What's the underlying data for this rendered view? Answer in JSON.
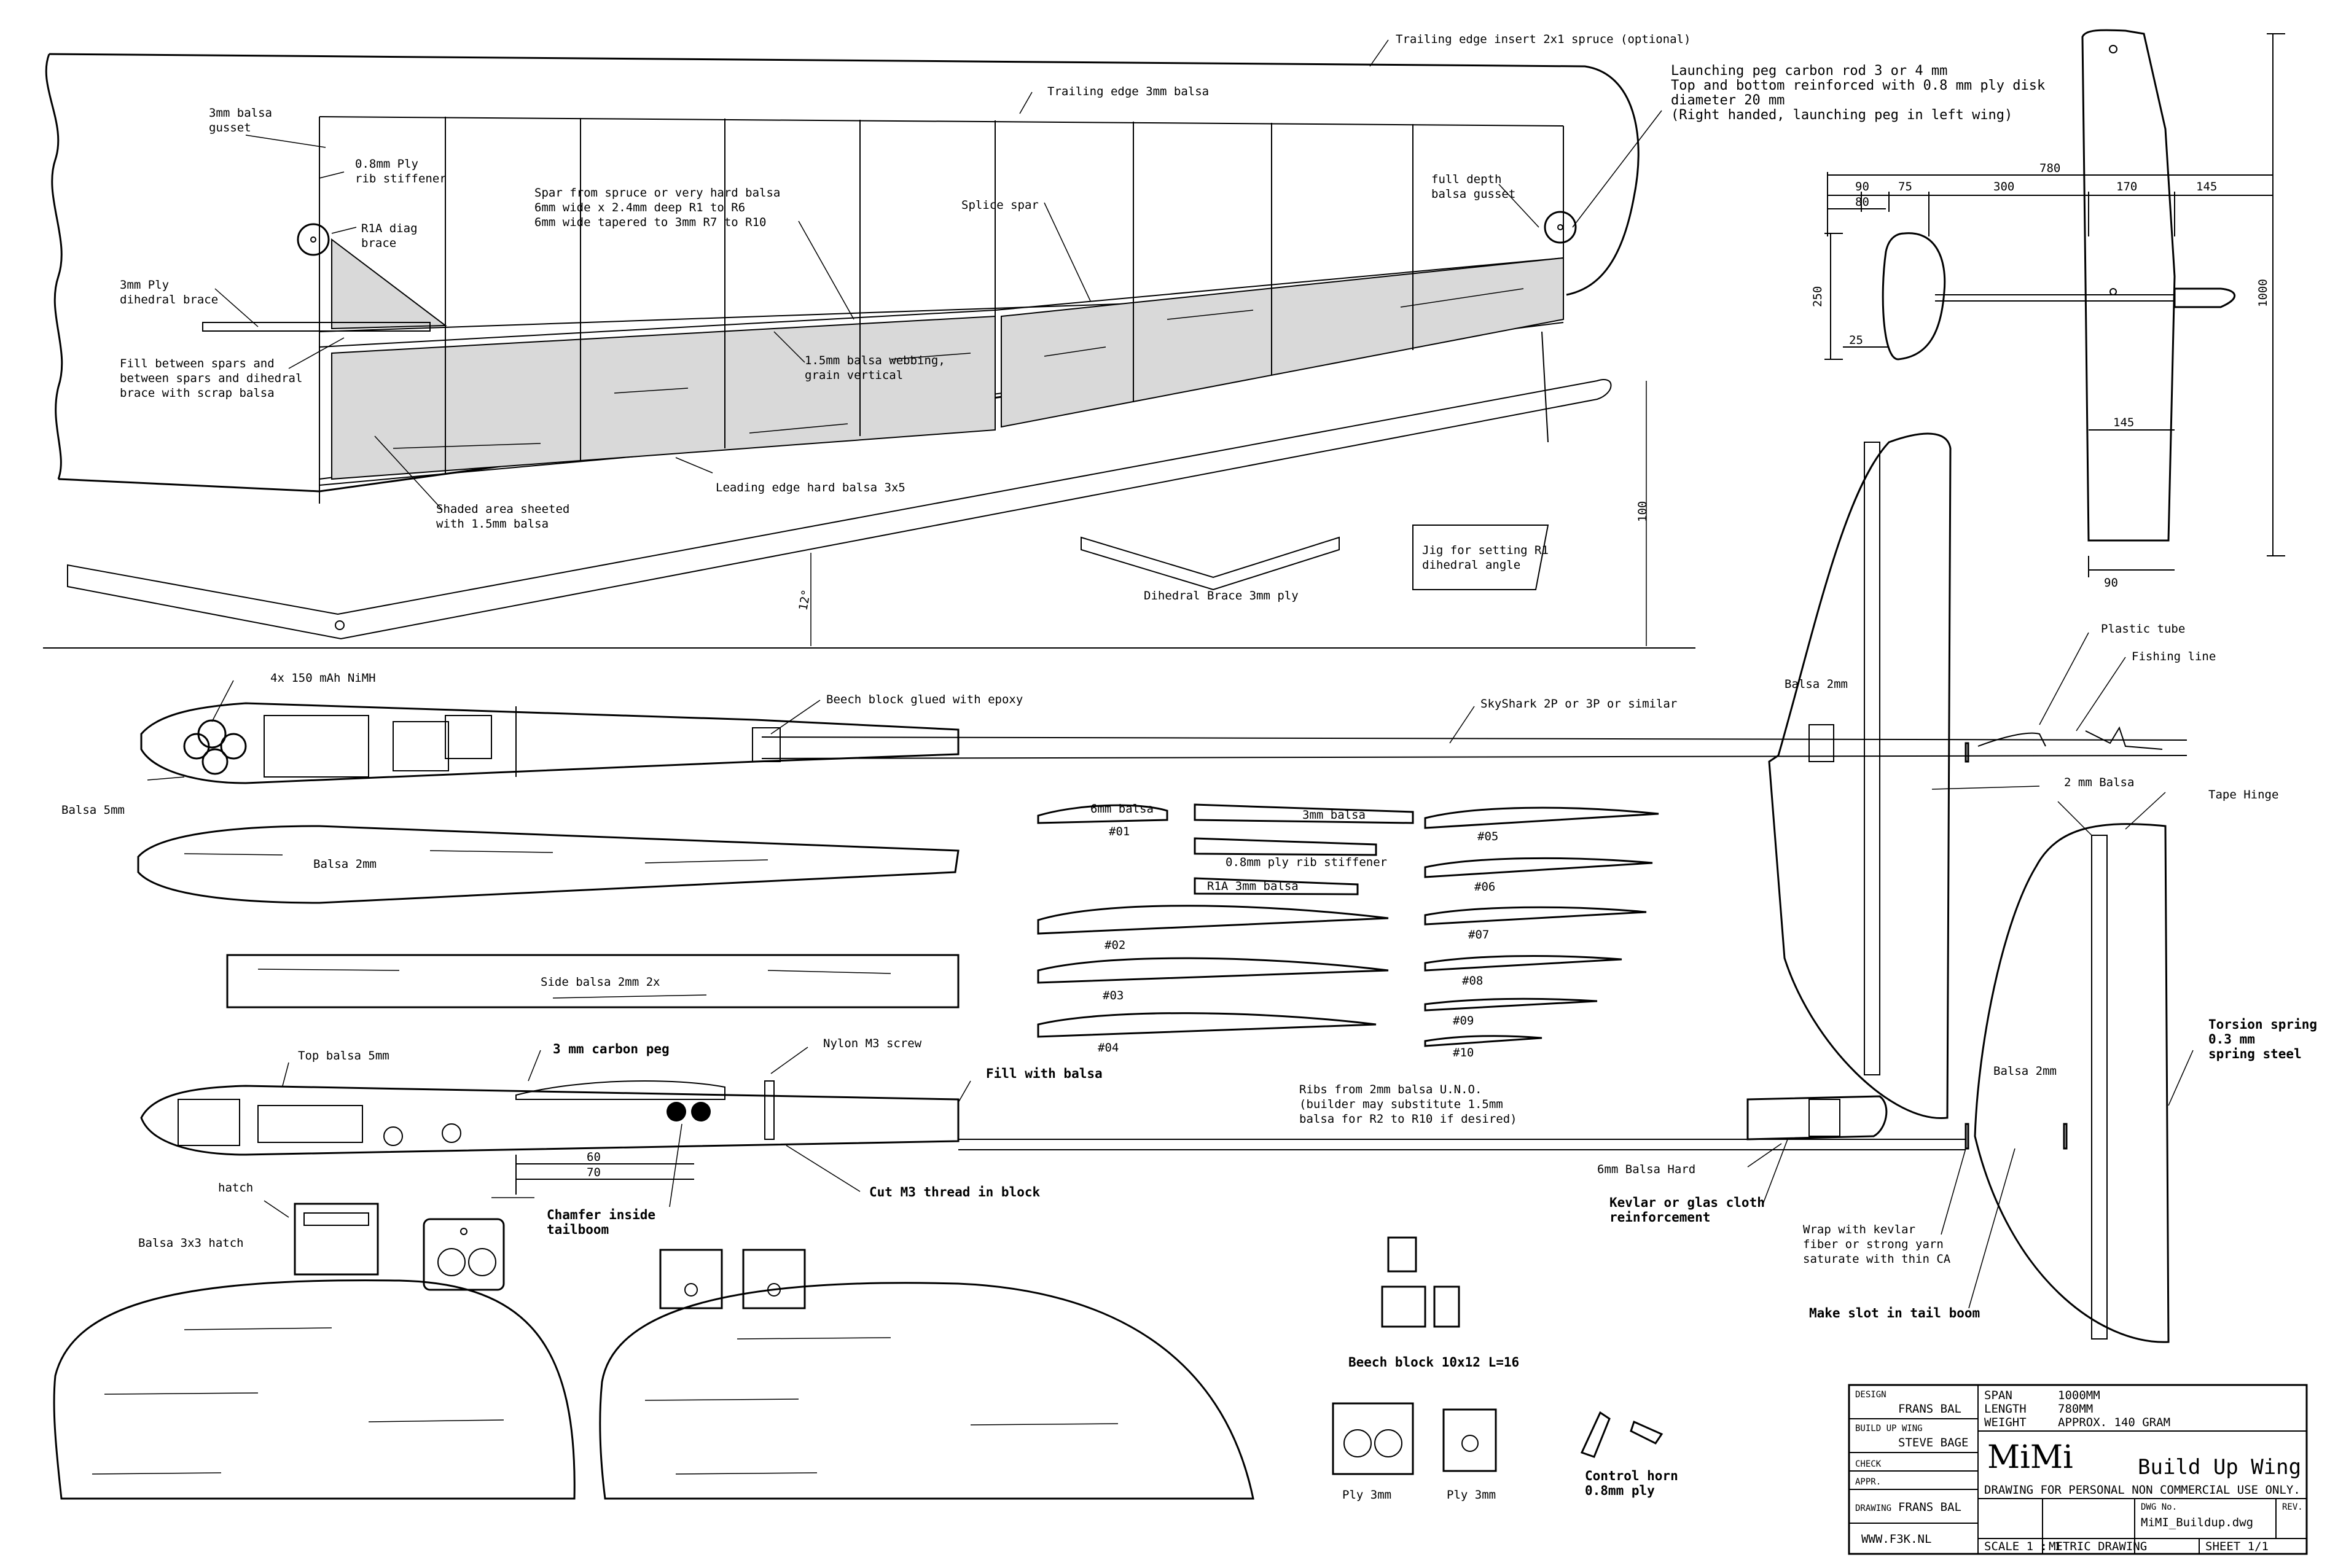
{
  "wing_plan": {
    "labels": {
      "te_insert": "Trailing edge insert 2x1 spruce (optional)",
      "gusset": "3mm balsa\ngusset",
      "ply_rib": "0.8mm Ply\nrib stiffener",
      "diag_brace": "R1A diag\nbrace",
      "ply_dihedral": "3mm Ply\ndihedral brace",
      "fill": "Fill between spars and\nbetween spars and dihedral\nbrace with scrap balsa",
      "trailing_edge": "Trailing edge 3mm balsa",
      "spar": "Spar from spruce or very hard balsa\n6mm wide x 2.4mm deep R1 to R6\n6mm wide tapered to 3mm R7 to R10",
      "splice": "Splice spar",
      "full_depth": "full depth\nbalsa gusset",
      "launch_peg": "Launching peg carbon rod 3 or 4 mm\nTop and bottom reinforced with 0.8 mm ply disk\ndiameter 20 mm\n(Right handed, launching peg in left wing)",
      "webbing": "1.5mm balsa webbing,\ngrain vertical",
      "leading_edge": "Leading edge hard balsa 3x5",
      "shaded": "Shaded area sheeted\nwith 1.5mm balsa",
      "dim_100": "100",
      "angle_12": "12°",
      "dihedral_brace": "Dihedral Brace 3mm ply",
      "jig": "Jig for setting R1\ndihedral angle"
    }
  },
  "three_view": {
    "dims": {
      "overall": "780",
      "d90": "90",
      "d80": "80",
      "d75": "75",
      "d300": "300",
      "d170": "170",
      "d145": "145",
      "d250": "250",
      "d25": "25",
      "d1000": "1000",
      "d145b": "145",
      "d90b": "90"
    }
  },
  "fuselage_side": {
    "labels": {
      "battery": "4x 150 mAh NiMH",
      "beech_glued": "Beech block glued with epoxy",
      "skyshark": "SkyShark 2P or 3P or similar",
      "balsa5": "Balsa 5mm",
      "plastic_tube": "Plastic tube",
      "fishing_line": "Fishing line",
      "balsa2_fin": "Balsa 2mm",
      "balsa2_stab_label": "2 mm Balsa",
      "tape_hinge": "Tape Hinge"
    }
  },
  "fuselage_parts": {
    "side_outline": "Balsa 2mm",
    "side_balsa": "Side balsa 2mm 2x"
  },
  "ribs": {
    "r01_label": "6mm balsa",
    "r01": "#01",
    "r_3mm": "3mm balsa",
    "ply_stiffener": "0.8mm ply rib stiffener",
    "r1a": "R1A 3mm balsa",
    "r02": "#02",
    "r03": "#03",
    "r04": "#04",
    "r05": "#05",
    "r06": "#06",
    "r07": "#07",
    "r08": "#08",
    "r09": "#09",
    "r10": "#10",
    "note": "Ribs from 2mm balsa U.N.O.\n(builder may substitute 1.5mm\nbalsa for R2 to R10 if desired)"
  },
  "fuselage_top": {
    "labels": {
      "top_balsa": "Top balsa 5mm",
      "carbon_peg": "3 mm carbon peg",
      "nylon": "Nylon M3 screw",
      "fill_balsa": "Fill with balsa",
      "d60": "60",
      "d70": "70",
      "chamfer": "Chamfer inside\ntailboom",
      "cut_m3": "Cut M3 thread in block",
      "hatch": "hatch",
      "balsa_hatch": "Balsa 3x3 hatch",
      "balsa_hard": "6mm Balsa Hard",
      "kevlar": "Kevlar or glas cloth\nreinforcement",
      "wrap": "Wrap with kevlar\nfiber or strong yarn\nsaturate with thin CA",
      "make_slot": "Make slot in tail boom",
      "torsion": "Torsion spring\n0.3 mm\nspring steel",
      "balsa2mm_stab": "Balsa 2mm"
    }
  },
  "blocks": {
    "beech_block": "Beech block 10x12 L=16",
    "ply1": "Ply 3mm",
    "ply2": "Ply 3mm",
    "control_horn": "Control horn\n0.8mm ply"
  },
  "title_block": {
    "design_label": "DESIGN",
    "design": "FRANS BAL",
    "buildup_label": "BUILD UP WING",
    "buildup": "STEVE BAGE",
    "check_label": "CHECK",
    "appr_label": "APPR.",
    "drawing_label": "DRAWING",
    "drawing": "FRANS BAL",
    "site": "WWW.F3K.NL",
    "span_label": "SPAN",
    "span": "1000MM",
    "length_label": "LENGTH",
    "length": "780MM",
    "weight_label": "WEIGHT",
    "weight": "APPROX. 140 GRAM",
    "name": "MiMi",
    "subtitle": "Build Up Wing",
    "usage": "DRAWING FOR PERSONAL NON COMMERCIAL USE ONLY.",
    "dwg_label": "DWG No.",
    "dwg": "MiMI_Buildup.dwg",
    "rev_label": "REV.",
    "scale": "SCALE 1 : 1",
    "metric": "METRIC DRAWING",
    "sheet": "SHEET 1/1"
  }
}
